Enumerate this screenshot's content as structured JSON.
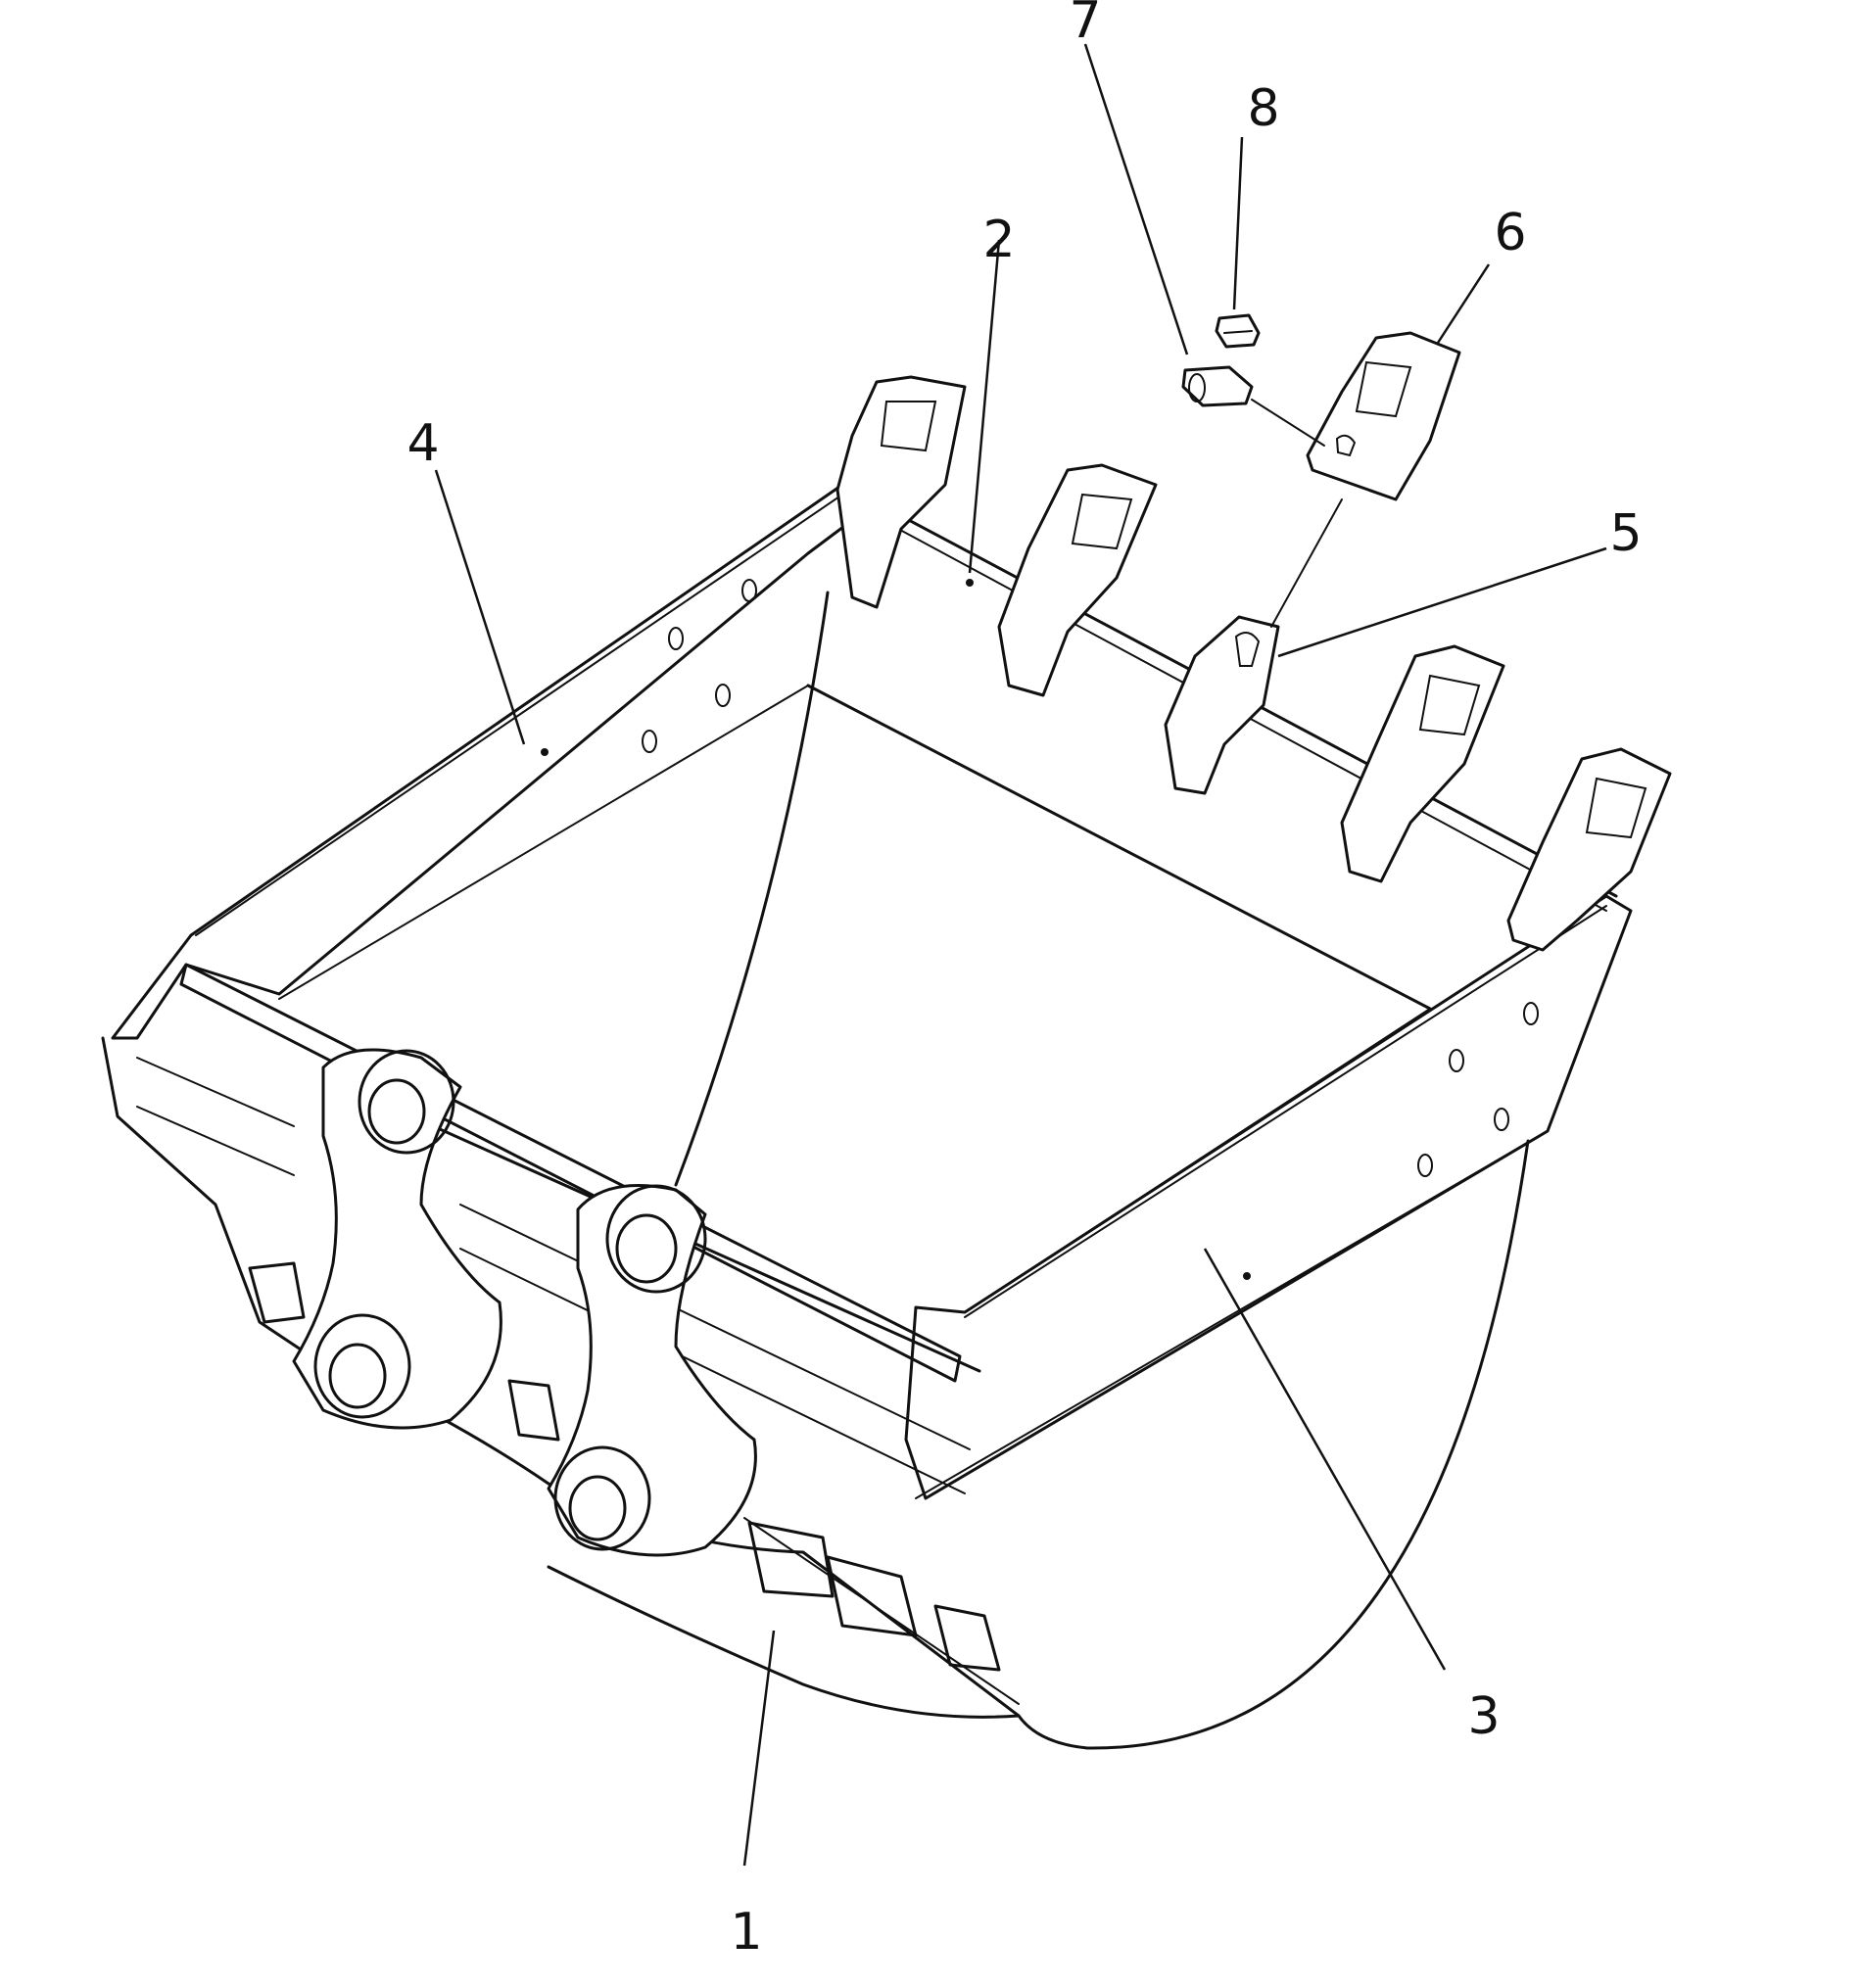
{
  "diagram": {
    "callouts": [
      {
        "id": "1",
        "label": "1",
        "part": "bucket-shell"
      },
      {
        "id": "2",
        "label": "2",
        "part": "cutting-edge-plate"
      },
      {
        "id": "3",
        "label": "3",
        "part": "right-side-plate"
      },
      {
        "id": "4",
        "label": "4",
        "part": "left-side-plate"
      },
      {
        "id": "5",
        "label": "5",
        "part": "tooth-adapter"
      },
      {
        "id": "6",
        "label": "6",
        "part": "tooth-point"
      },
      {
        "id": "7",
        "label": "7",
        "part": "lock-pin"
      },
      {
        "id": "8",
        "label": "8",
        "part": "retainer"
      }
    ]
  }
}
